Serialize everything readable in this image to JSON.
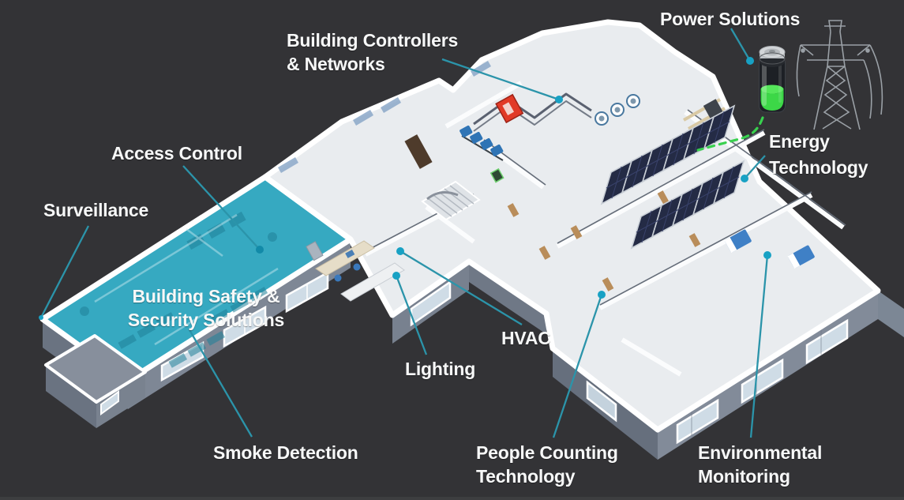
{
  "page": {
    "background": "#333336",
    "description": "Smart building technologies infographic over a 3D isometric office floor plan"
  },
  "labels": {
    "power_solutions": {
      "text": "Power Solutions"
    },
    "building_controllers": {
      "line1": "Building Controllers",
      "line2": "& Networks"
    },
    "access_control": {
      "text": "Access Control"
    },
    "surveillance": {
      "text": "Surveillance"
    },
    "building_safety": {
      "line1": "Building Safety &",
      "line2": "Security Solutions"
    },
    "smoke_detection": {
      "text": "Smoke Detection"
    },
    "lighting": {
      "text": "Lighting"
    },
    "hvac": {
      "text": "HVAC"
    },
    "people_counting": {
      "line1": "People Counting",
      "line2": "Technology"
    },
    "environmental_monitoring": {
      "line1": "Environmental",
      "line2": "Monitoring"
    },
    "energy_technology": {
      "line1": "Energy",
      "line2": "Technology"
    }
  },
  "colors": {
    "background": "#333336",
    "label_text": "#f7f8f8",
    "leader_line": "#2b94aa",
    "leader_dot": "#18a1c4",
    "highlight_overlay": "#36a9c1",
    "battery_green": "#3fdc49",
    "connector_green": "#38d14e",
    "facade_gray": "#828b99"
  },
  "icons": [
    {
      "name": "battery-icon"
    },
    {
      "name": "transmission-tower-icon"
    },
    {
      "name": "solar-panel-array"
    },
    {
      "name": "leader-dot"
    }
  ]
}
